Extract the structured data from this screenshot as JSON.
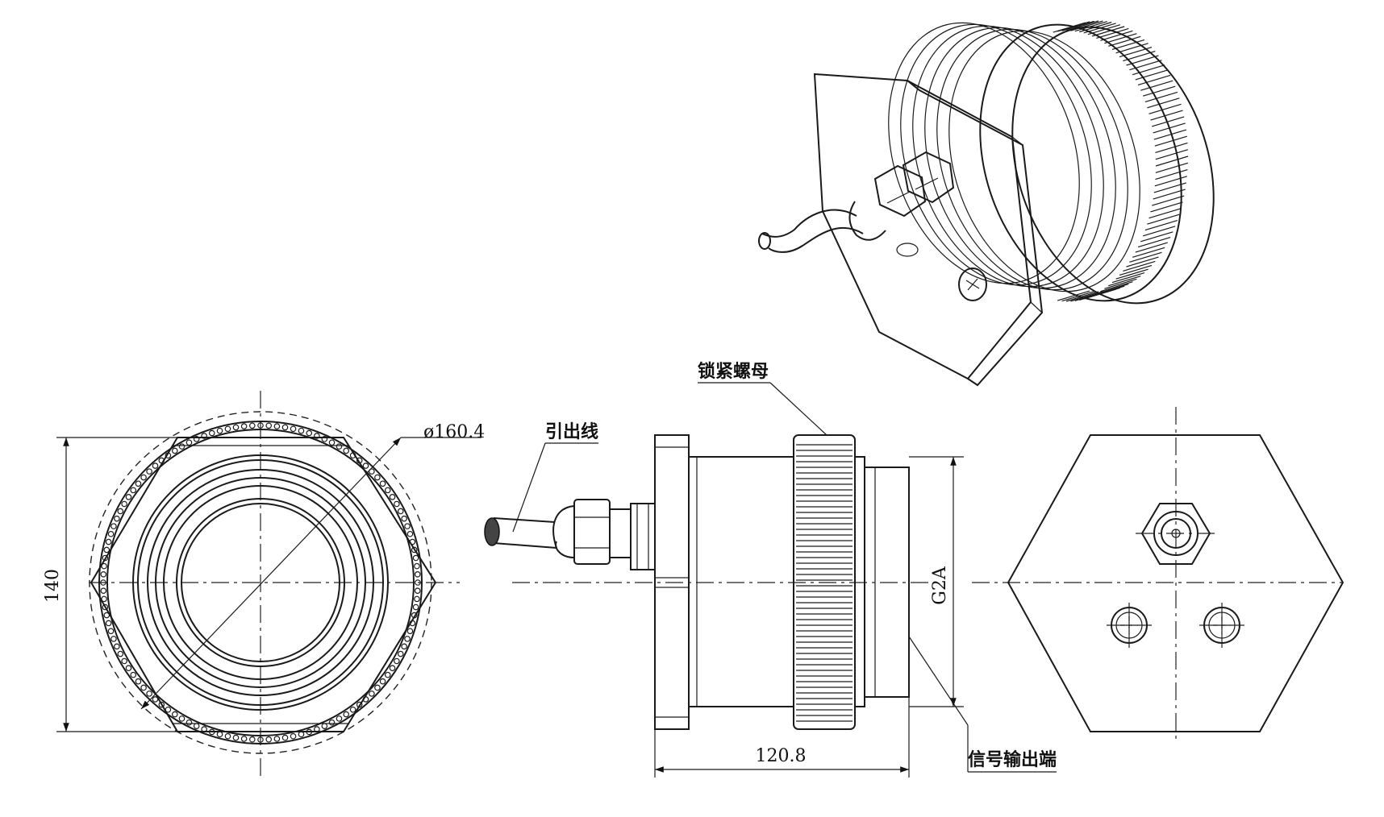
{
  "dimensions": {
    "flat_to_flat": "140",
    "diameter": "ø160.4",
    "length": "120.8",
    "thread": "G2A"
  },
  "labels": {
    "lock_nut": "锁紧螺母",
    "lead_wire": "引出线",
    "signal_output": "信号输出端"
  },
  "icons": {
    "screw_head": "phillips-screw-icon",
    "cable_gland": "cable-gland-icon"
  }
}
